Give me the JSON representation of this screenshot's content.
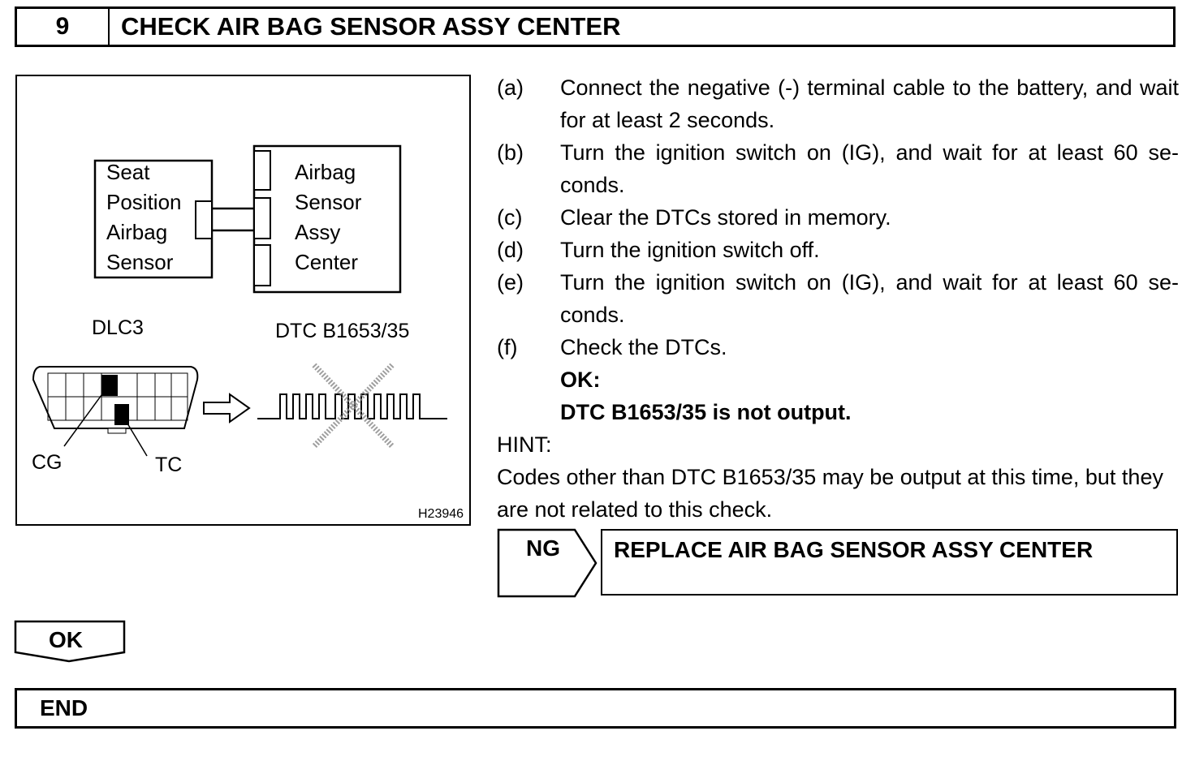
{
  "header": {
    "step_number": "9",
    "title": "CHECK AIR BAG SENSOR ASSY CENTER"
  },
  "figure": {
    "seat_sensor_lines": [
      "Seat",
      "Position",
      "Airbag",
      "Sensor"
    ],
    "center_sensor_lines": [
      "Airbag",
      "Sensor",
      "Assy",
      "Center"
    ],
    "dlc_label": "DLC3",
    "dtc_label": "DTC B1653/35",
    "cg_label": "CG",
    "tc_label": "TC",
    "figure_id": "H23946"
  },
  "instructions": {
    "steps": [
      {
        "letter": "(a)",
        "text": "Connect the negative (-) terminal cable to the battery, and wait for at least 2 seconds."
      },
      {
        "letter": "(b)",
        "text": "Turn the ignition switch on (IG), and wait for at least 60 se-conds."
      },
      {
        "letter": "(c)",
        "text": "Clear the DTCs stored in memory."
      },
      {
        "letter": "(d)",
        "text": "Turn the ignition switch off."
      },
      {
        "letter": "(e)",
        "text": "Turn the ignition switch on (IG), and wait for at least 60 se-conds."
      },
      {
        "letter": "(f)",
        "text": "Check the DTCs."
      }
    ],
    "ok_heading": "OK:",
    "ok_condition": "DTC B1653/35 is not output.",
    "hint_label": "HINT:",
    "hint_text": "Codes other than DTC B1653/35 may be output at this time, but they are not related to this check."
  },
  "ng": {
    "label": "NG",
    "action": "REPLACE AIR BAG SENSOR ASSY CENTER"
  },
  "ok": {
    "label": "OK"
  },
  "end": {
    "label": "END"
  }
}
